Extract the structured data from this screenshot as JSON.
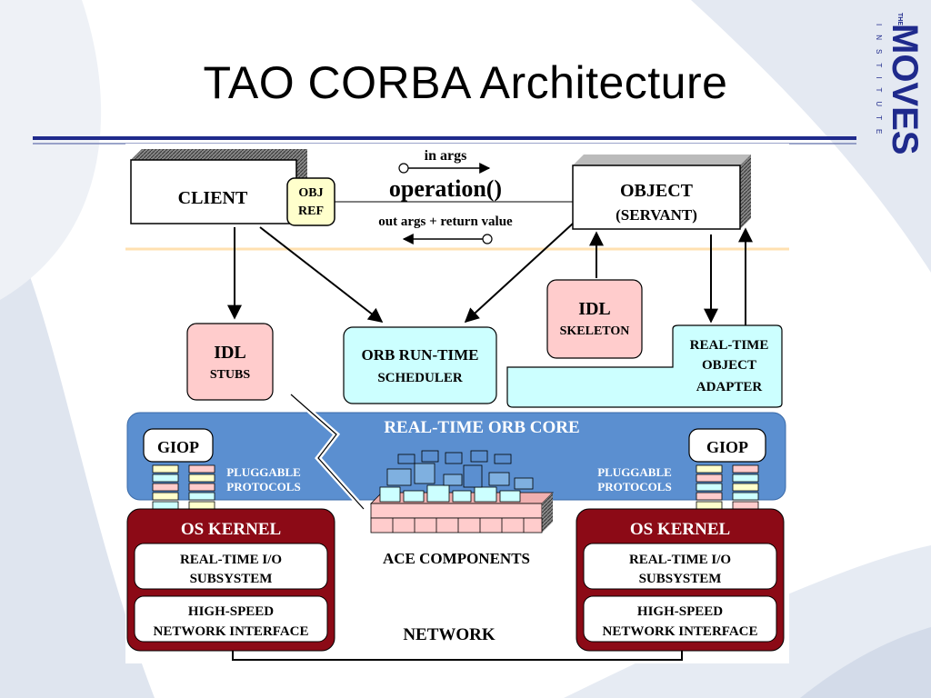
{
  "slide": {
    "title": "TAO CORBA Architecture",
    "logo": {
      "the": "THE",
      "main": "MOVES",
      "sub": "INSTITUTE"
    }
  },
  "diagram": {
    "client": "CLIENT",
    "obj_ref": [
      "OBJ",
      "REF"
    ],
    "in_args": "in  args",
    "operation": "operation()",
    "out_args": "out  args + return  value",
    "object": "OBJECT",
    "servant": "(SERVANT)",
    "idl_stubs": [
      "IDL",
      "STUBS"
    ],
    "orb_scheduler": [
      "ORB RUN-TIME",
      "SCHEDULER"
    ],
    "idl_skeleton": [
      "IDL",
      "SKELETON"
    ],
    "rt_adapter": [
      "REAL-TIME",
      "OBJECT",
      "ADAPTER"
    ],
    "orb_core": "REAL-TIME  ORB  CORE",
    "giop": "GIOP",
    "pluggable": [
      "PLUGGABLE",
      "PROTOCOLS"
    ],
    "ace": "ACE  COMPONENTS",
    "os_kernel": "OS  KERNEL",
    "rt_io": [
      "REAL-TIME  I/O",
      "SUBSYSTEM"
    ],
    "network_if": [
      "HIGH-SPEED",
      "NETWORK  INTERFACE"
    ],
    "network": "NETWORK"
  },
  "colors": {
    "title_rule": "#1f2a8c",
    "pink_box": "#ffcccc",
    "cyan_box": "#ccffff",
    "core_band": "#5b8fd0",
    "kernel": "#8c0a16",
    "obj_ref_box": "#ffffcc"
  }
}
